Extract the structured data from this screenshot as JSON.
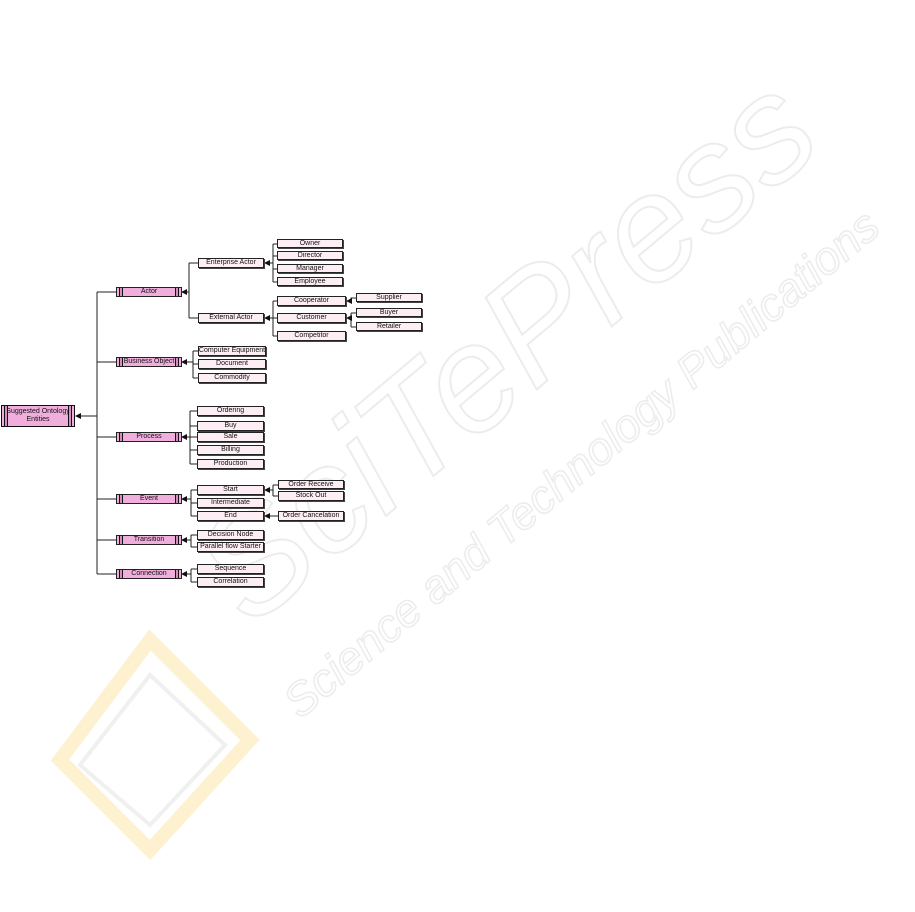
{
  "watermark": {
    "brand": "SciTePress",
    "subtitle": "Science and Technology Publications"
  },
  "colors": {
    "category_fill": "#efaedb",
    "leaf_fill": "#fdeef5",
    "line": "#222222",
    "watermark_yellow": "#fbe8b0",
    "watermark_gray": "#eeeeee"
  },
  "root": {
    "label": "Suggested Ontology Entities"
  },
  "categories": {
    "actor": "Actor",
    "business_object": "Business Object",
    "process": "Process",
    "event": "Event",
    "transition": "Transition",
    "connection": "Connection"
  },
  "actor": {
    "enterprise": {
      "label": "Enterprise Actor",
      "children": [
        "Owner",
        "Director",
        "Manager",
        "Employee"
      ]
    },
    "external": {
      "label": "External Actor",
      "cooperator": {
        "label": "Cooperator",
        "children": [
          "Supplier"
        ]
      },
      "customer": {
        "label": "Customer",
        "children": [
          "Buyer",
          "Retailer"
        ]
      },
      "competitor": "Competitor"
    }
  },
  "business_object": {
    "children": [
      "Computer Equipment",
      "Document",
      "Commodity"
    ]
  },
  "process": {
    "children": [
      "Ordering",
      "Buy",
      "Sale",
      "Billing",
      "Production"
    ]
  },
  "event": {
    "start": {
      "label": "Start",
      "children": [
        "Order Receive",
        "Stock Out"
      ]
    },
    "intermediate": "Intermediate",
    "end": {
      "label": "End",
      "children": [
        "Order Cancelation"
      ]
    }
  },
  "transition": {
    "children": [
      "Decision Node",
      "Parallel flow Starter"
    ]
  },
  "connection": {
    "children": [
      "Sequence",
      "Correlation"
    ]
  }
}
